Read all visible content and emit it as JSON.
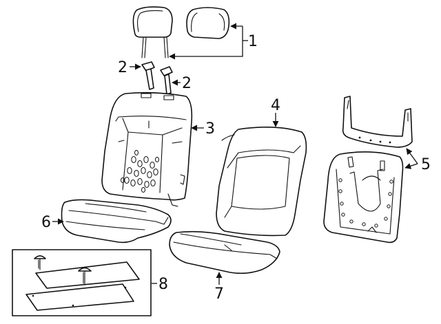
{
  "callouts": {
    "c1": "1",
    "c2a": "2",
    "c2b": "2",
    "c3": "3",
    "c4": "4",
    "c5": "5",
    "c6": "6",
    "c7": "7",
    "c8": "8"
  },
  "colors": {
    "line": "#111111",
    "background": "#ffffff"
  }
}
